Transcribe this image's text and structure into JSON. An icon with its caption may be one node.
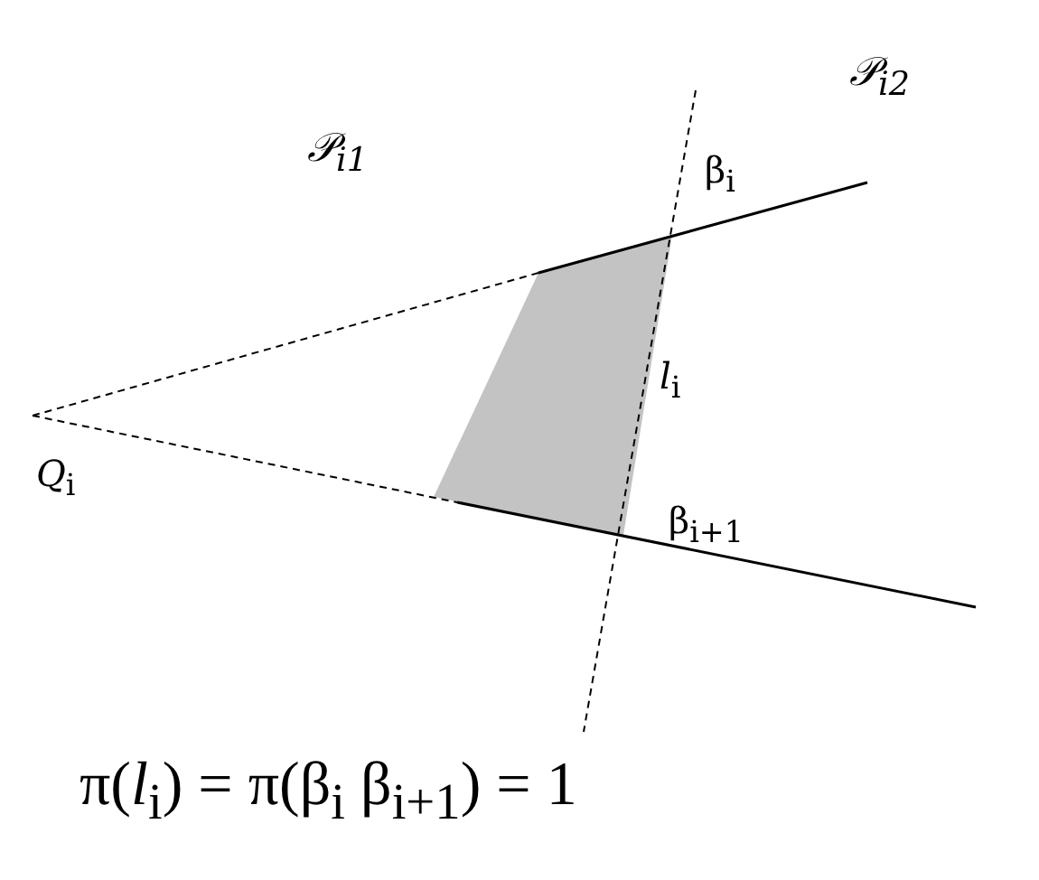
{
  "diagram": {
    "labels": [
      "𝒫$_{i2}$",
      "𝒫$_{i1}$",
      "β$_{i}$",
      "*l*$_{i}$",
      "*Q*$_{i}$",
      "β$_{i+1}$",
      "π(*l*$_{i}$) = π(β$_{i}$ β$_{i+1}$) = 1"
    ]
  }
}
